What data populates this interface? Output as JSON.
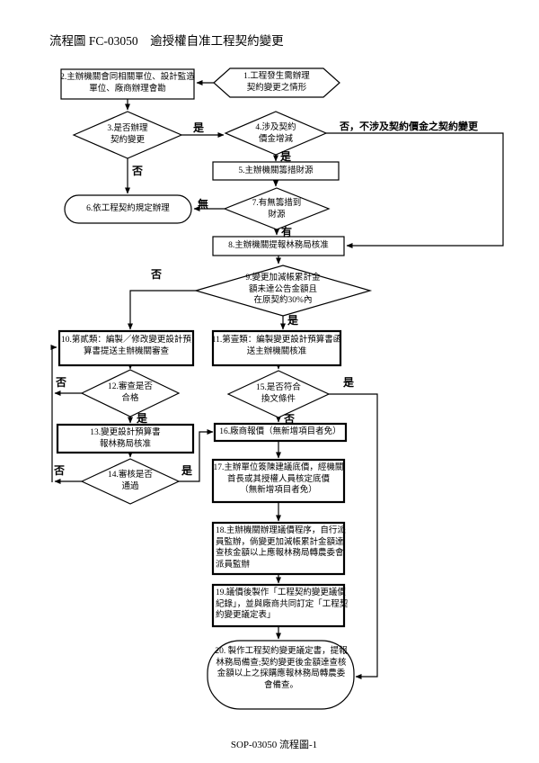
{
  "page": {
    "title": "流程圖 FC-03050　逾授權自准工程契約變更",
    "footer": "SOP-03050 流程圖-1"
  },
  "nodes": {
    "n1": "1.工程發生需辦理\n契約變更之情形",
    "n2": "2.主辦機關會同相關單位、設計監造\n單位、廠商辦理會勘",
    "n3": "3.是否辦理\n契約變更",
    "n4": "4.涉及契約\n價金增減",
    "n5": "5.主辦機關籌措財源",
    "n6": "6.依工程契約規定辦理",
    "n7": "7.有無籌措到\n財源",
    "n8": "8.主辦機關提報林務局核准",
    "n9": "9.變更加減帳累計金\n額未達公告金額且\n在原契約30%內",
    "n10": "10.第貳類：編製／修改變更設計預\n算書提送主辦機關審查",
    "n11": "11.第壹類：編製變更設計預算書函\n送主辦機關核准",
    "n12": "12.審查是否\n合格",
    "n13": "13.變更設計預算書\n報林務局核准",
    "n14": "14.審核是否\n通過",
    "n15": "15.是否符合\n換文條件",
    "n16": "16.廠商報價（無新增項目者免）",
    "n17": "17.主辦單位簽陳建議底價，經機關\n首長或其授權人員核定底價\n（無新增項目者免）",
    "n18": "18.主辦機關辦理議價程序，自行派\n員監辦，倘變更加減帳累計金額達\n查核金額以上應報林務局轉農委會\n派員監辦",
    "n19": "19.議價後製作「工程契約變更議價\n紀錄」，並與廠商共同訂定「工程契\n約變更議定表」",
    "n20": "20. 製作工程契約變更議定書，提報\n林務局備查;契約變更後金額達查核\n金額以上之採購應報林務局轉農委\n會備查。"
  },
  "labels": {
    "yes": "是",
    "no": "否",
    "have": "有",
    "none": "無",
    "no_price_change": "否，不涉及契約價金之契約變更"
  }
}
